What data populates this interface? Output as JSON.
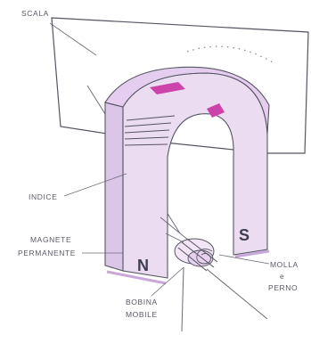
{
  "labels": {
    "scale": "SCALA",
    "pointer": "INDICE",
    "magnet_line1": "MAGNETE",
    "magnet_line2": "PERMANENTE",
    "spring_line1": "MOLLA",
    "spring_line2": "e",
    "spring_line3": "PERNO",
    "coil_line1": "BOBINA",
    "coil_line2": "MOBILE",
    "pole_north": "N",
    "pole_south": "S"
  },
  "colors": {
    "magnet_fill": "#ead9f0",
    "magnet_shade": "#d9bfe6",
    "magnet_top": "#cc44aa",
    "outline": "#555563",
    "text": "#5a5a66"
  }
}
